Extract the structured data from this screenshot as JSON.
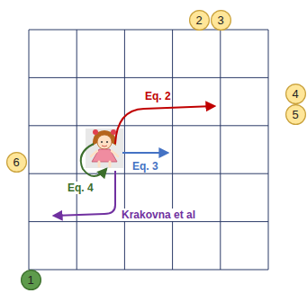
{
  "diagram": {
    "nodes": [
      {
        "text": [
          "2"
        ]
      },
      {
        "text": [
          "3"
        ]
      },
      {
        "text": [
          "4"
        ]
      },
      {
        "text": [
          "5"
        ]
      },
      {
        "text": [
          "6"
        ]
      },
      {
        "text": [
          "1"
        ]
      }
    ],
    "labels": [
      "Eq. 2",
      "Eq. 3",
      "Eq. 4",
      "Krakovna et al"
    ]
  }
}
